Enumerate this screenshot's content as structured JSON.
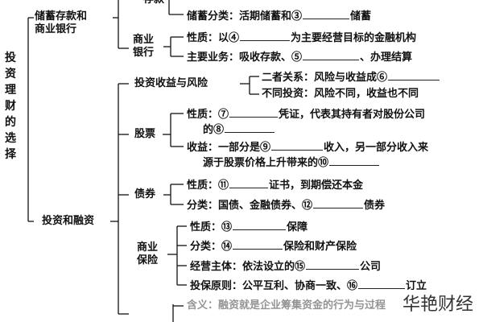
{
  "root": "投资理财的选择",
  "branch_savings": [
    "储蓄存款和",
    "商业银行"
  ],
  "deposit_label": "存款",
  "savings_type": {
    "prefix": "储蓄分类：活期储蓄和③",
    "suffix": "储蓄"
  },
  "commercial_bank": [
    "商业",
    "银行"
  ],
  "bank_nature": {
    "prefix": "性质：以④",
    "suffix": "为主要经营目标的金融机构"
  },
  "bank_business": {
    "prefix": "主要业务：吸收存款、⑤",
    "suffix": "、办理结算"
  },
  "branch_invest": "投资和融资",
  "return_risk": "投资收益与风险",
  "relation": {
    "prefix": "二者关系：风险与收益成⑥",
    "suffix": ""
  },
  "different": "不同投资：风险不同，收益也不同",
  "stock": "股票",
  "stock_nature_1": {
    "prefix": "性质：⑦",
    "suffix": "凭证，代表其持有者对股份公司"
  },
  "stock_nature_2": {
    "prefix": "的⑧",
    "suffix": ""
  },
  "stock_income_1": {
    "prefix": "收益：一部分是⑨",
    "suffix": "收入，另一部分收入来"
  },
  "stock_income_2": "源于股票价格上升带来的⑩",
  "bond": "债券",
  "bond_nature": {
    "prefix": "性质：⑪",
    "suffix": "证书，到期偿还本金"
  },
  "bond_type": {
    "prefix": "分类：国债、金融债券、⑫",
    "suffix": "债券"
  },
  "insurance": [
    "商业",
    "保险"
  ],
  "ins_nature": {
    "prefix": "性质：⑬",
    "suffix": "保障"
  },
  "ins_type": {
    "prefix": "分类：⑭",
    "suffix": "保险和财产保险"
  },
  "ins_subject": {
    "prefix": "经营主体：依法设立的⑮",
    "suffix": "公司"
  },
  "ins_principle": {
    "prefix": "投保原则：公平互利、协商一致、⑯",
    "suffix": "订立"
  },
  "financing_meaning": "含义：融资就是企业筹集资金的行为与过程",
  "watermark": "华艳财经"
}
